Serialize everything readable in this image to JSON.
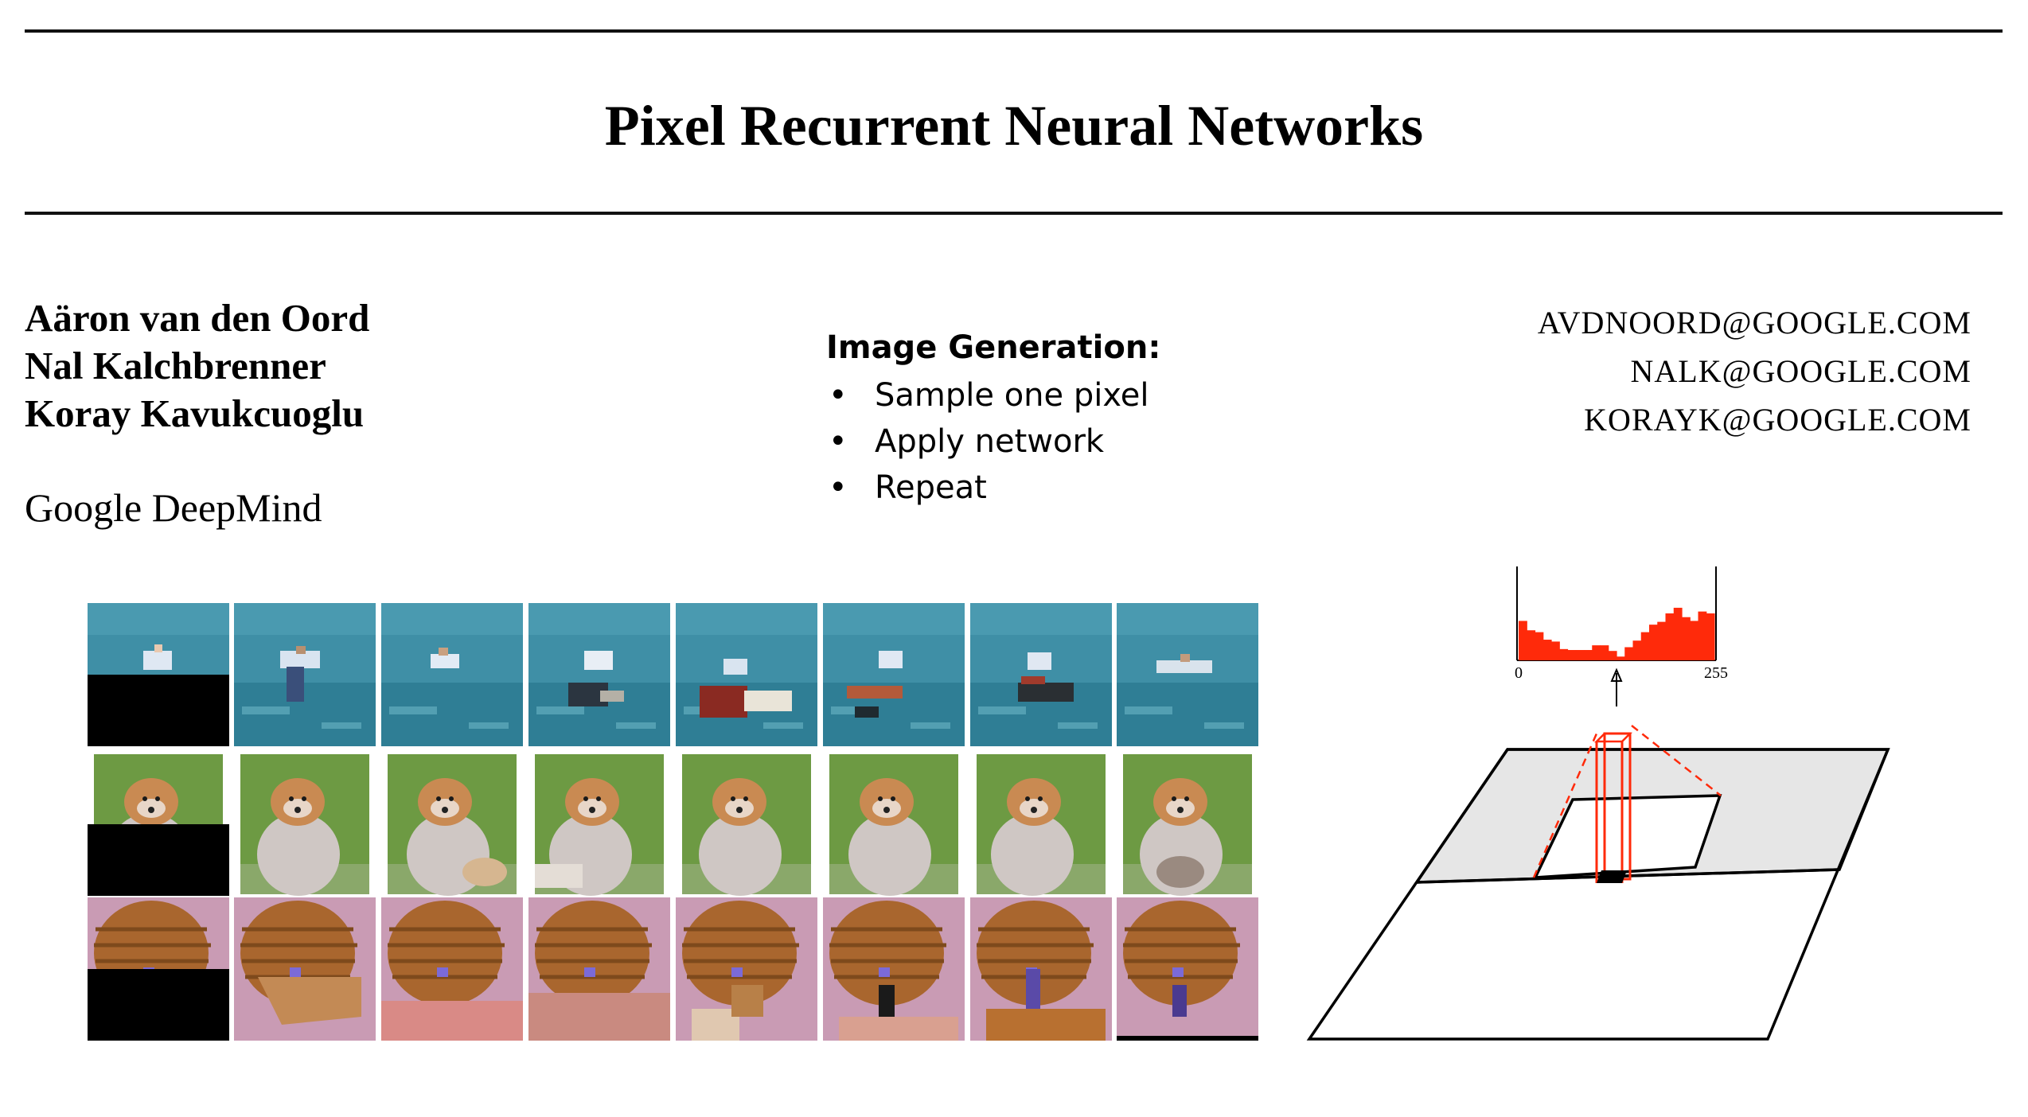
{
  "paper": {
    "title": "Pixel Recurrent Neural Networks",
    "authors": [
      "Aäron van den Oord",
      "Nal Kalchbrenner",
      "Koray Kavukcuoglu"
    ],
    "affiliation": "Google DeepMind",
    "emails": [
      "AVDNOORD@GOOGLE.COM",
      "NALK@GOOGLE.COM",
      "KORAYK@GOOGLE.COM"
    ]
  },
  "summary_box": {
    "heading": "Image Generation:",
    "bullet_char": "•",
    "items": [
      "Sample one pixel",
      "Apply network",
      "Repeat"
    ]
  },
  "sample_grid": {
    "rows": [
      {
        "subject": "swimmer-in-water",
        "columns": 8,
        "first_is_occluded": true
      },
      {
        "subject": "fluffy-dog-on-grass",
        "columns": 8,
        "first_is_occluded": true
      },
      {
        "subject": "wooden-round-object",
        "columns": 8,
        "first_is_occluded": true
      }
    ]
  },
  "histogram": {
    "x_min_label": "0",
    "x_max_label": "255",
    "bar_color": "#ff2a0a",
    "values": [
      0.42,
      0.32,
      0.3,
      0.22,
      0.2,
      0.12,
      0.11,
      0.11,
      0.11,
      0.16,
      0.16,
      0.1,
      0.04,
      0.14,
      0.21,
      0.3,
      0.38,
      0.41,
      0.5,
      0.56,
      0.46,
      0.42,
      0.52,
      0.5
    ]
  },
  "colors": {
    "rule": "#111111",
    "highlight": "#ff2a0a",
    "context_fill": "#e6e6e6"
  }
}
